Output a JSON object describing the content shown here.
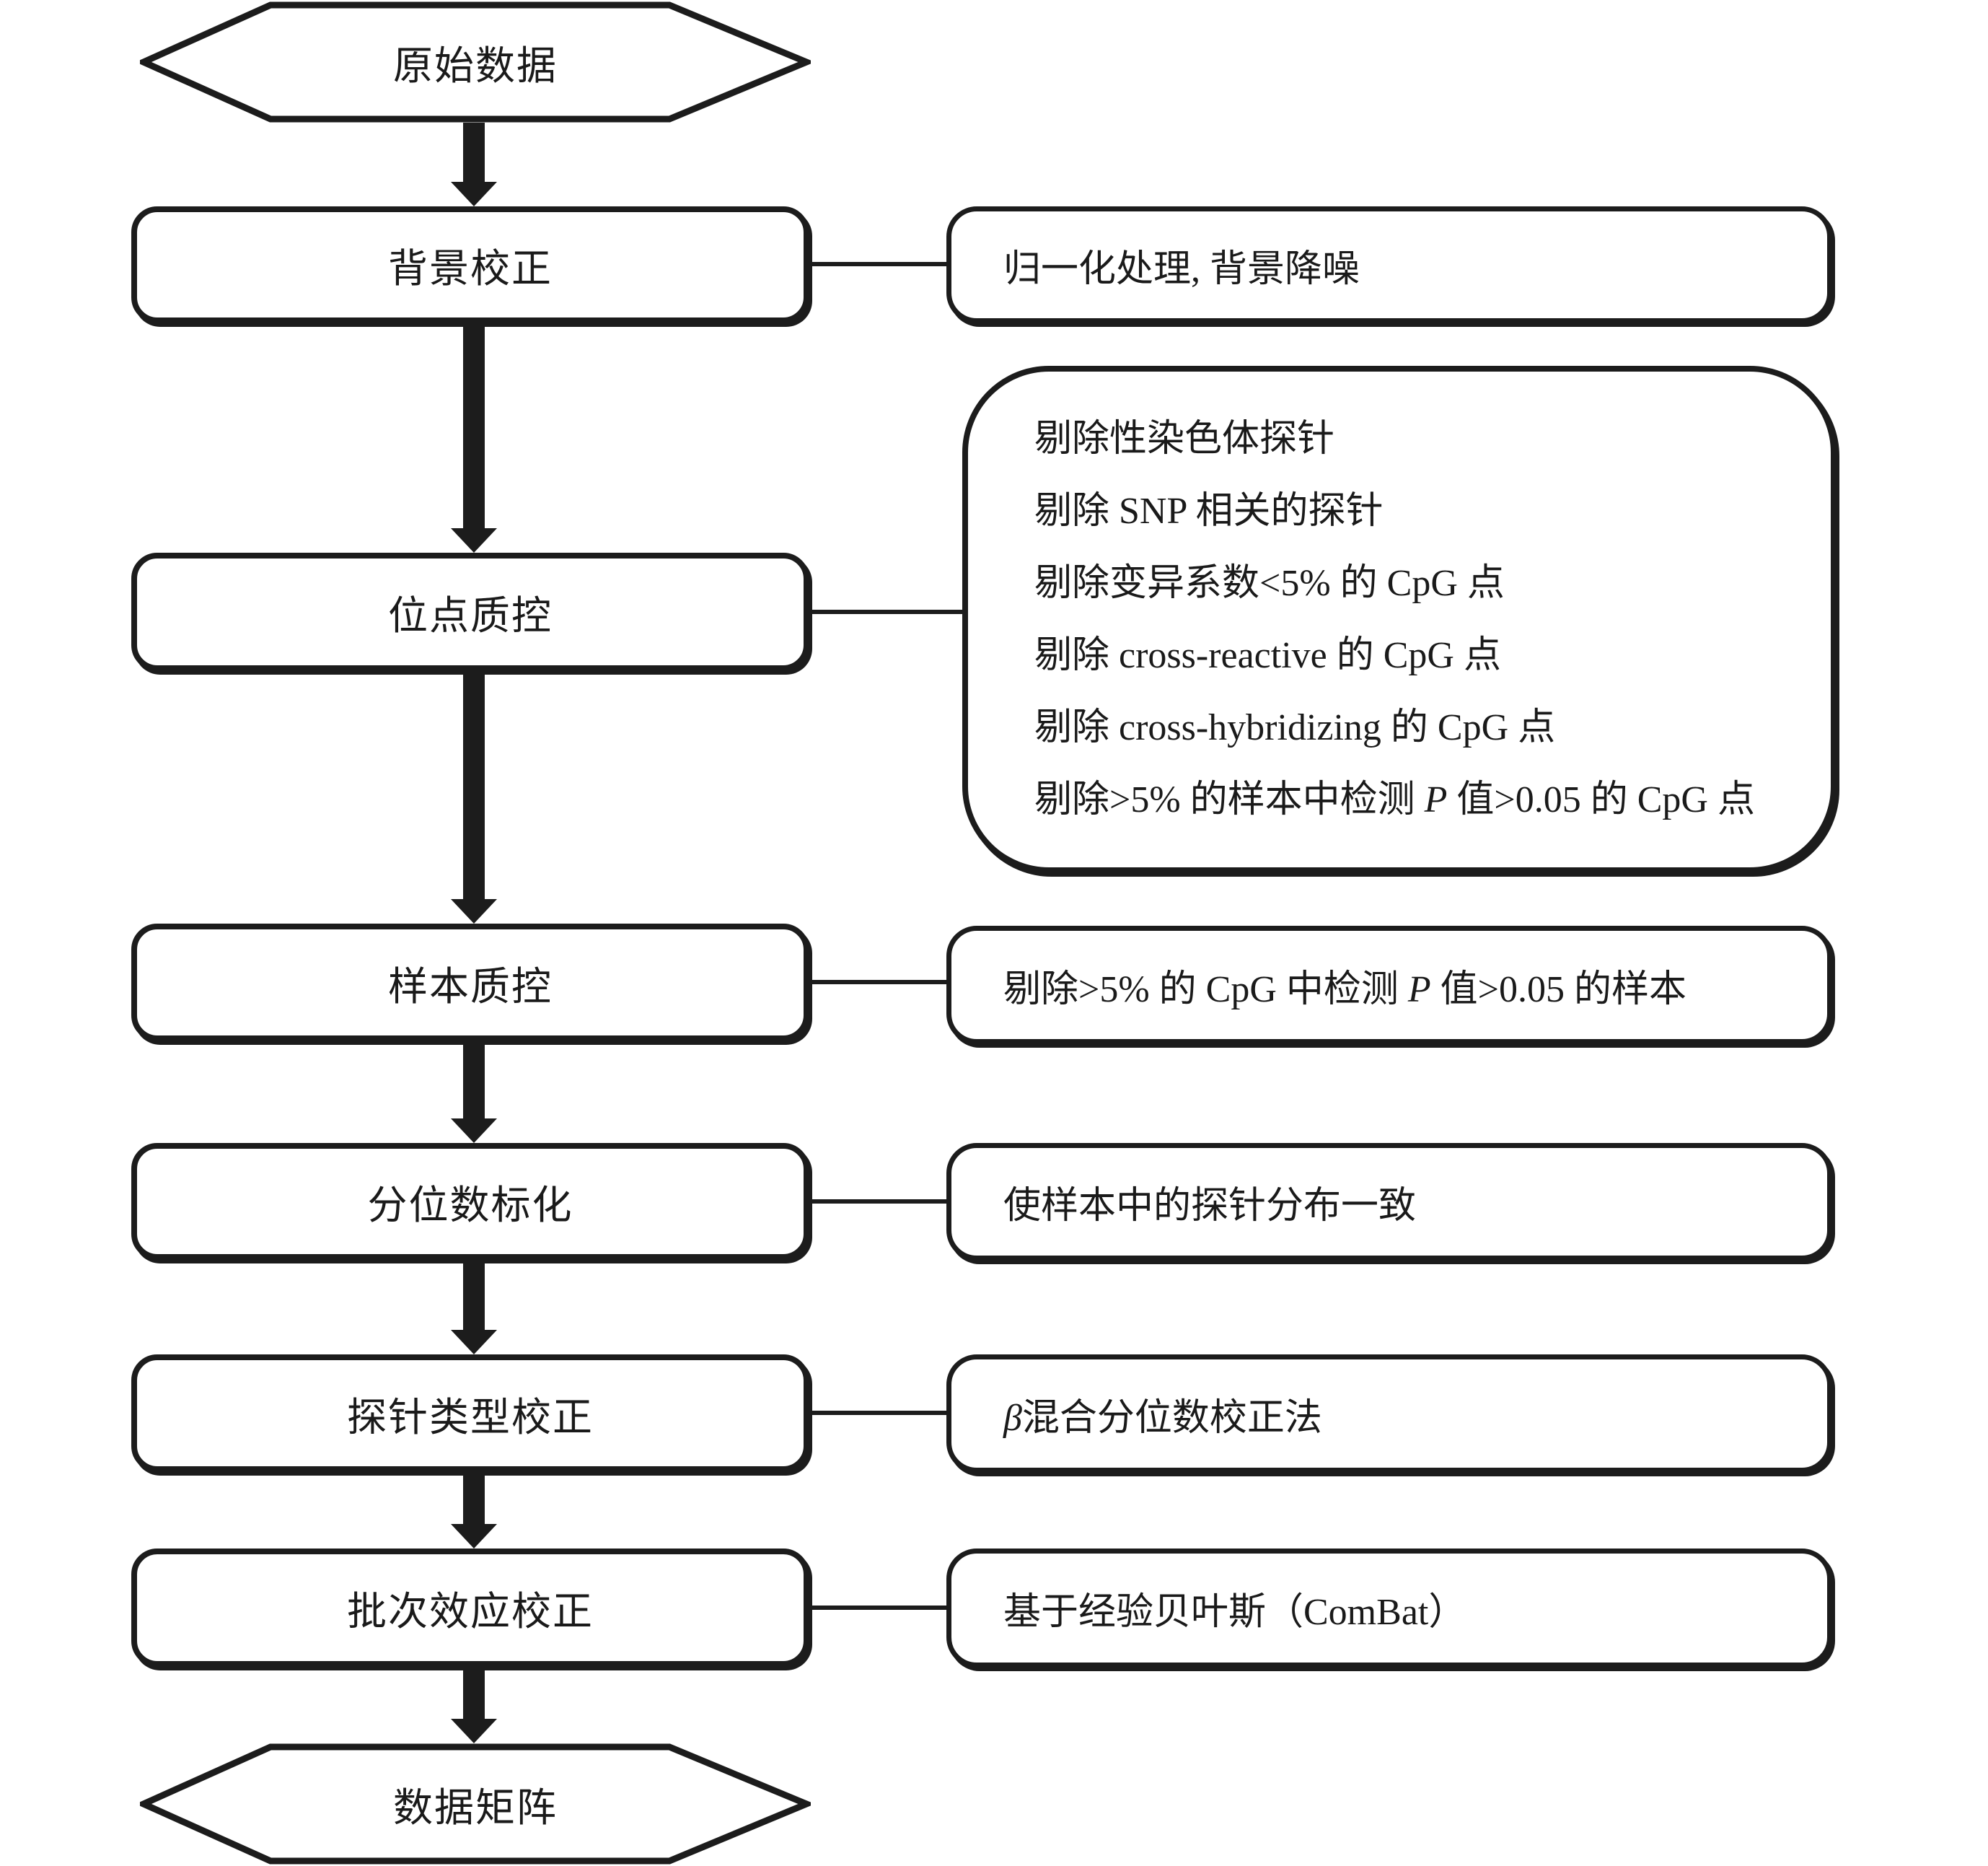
{
  "figure": {
    "type": "flowchart",
    "colors": {
      "stroke": "#1c1c1c",
      "background": "#ffffff"
    },
    "nodes": {
      "start": {
        "label": "原始数据"
      },
      "end": {
        "label": "数据矩阵"
      }
    },
    "steps": [
      {
        "label": "背景校正"
      },
      {
        "label": "位点质控"
      },
      {
        "label": "样本质控"
      },
      {
        "label": "分位数标化"
      },
      {
        "label": "探针类型校正"
      },
      {
        "label": "批次效应校正"
      }
    ],
    "notes": {
      "background": {
        "text": "归一化处理, 背景降噪"
      },
      "site_qc": {
        "lines": [
          {
            "text": "剔除性染色体探针"
          },
          {
            "text": "剔除 SNP 相关的探针"
          },
          {
            "text": "剔除变异系数<5% 的 CpG 点"
          },
          {
            "text": "剔除 cross-reactive 的 CpG 点"
          },
          {
            "text": "剔除 cross-hybridizing 的 CpG 点"
          },
          {
            "pre": "剔除>5% 的样本中检测 ",
            "italic": "P",
            "post": " 值>0.05 的 CpG 点"
          }
        ]
      },
      "sample_qc": {
        "pre": "剔除>5% 的 CpG 中检测 ",
        "italic": "P",
        "post": " 值>0.05 的样本"
      },
      "quantile": {
        "text": "使样本中的探针分布一致"
      },
      "probe_type": {
        "italic": "β",
        "post": "混合分位数校正法"
      },
      "batch": {
        "text": "基于经验贝叶斯（ComBat）"
      }
    }
  }
}
